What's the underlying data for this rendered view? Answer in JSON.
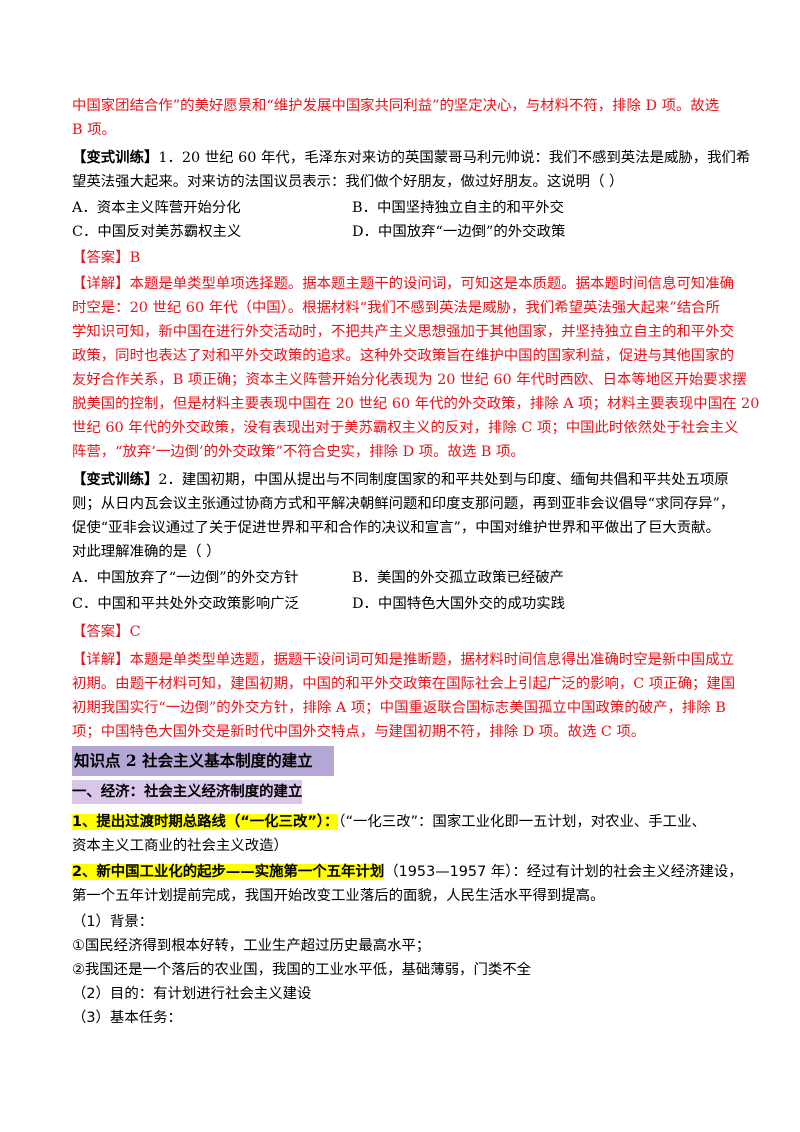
{
  "block1": {
    "line1": "中国家团结合作”的美好愿景和“维护发展中国家共同利益”的坚定决心，与材料不符，排除 D 项。故选",
    "line2": "B 项。"
  },
  "q1": {
    "tag": "【变式训练】",
    "stem1": "1．20 世纪 60 年代，毛泽东对来访的英国蒙哥马利元帅说：我们不感到英法是威胁，我们希",
    "stem2": "望英法强大起来。对来访的法国议员表示：我们做个好朋友，做过好朋友。这说明（     ）",
    "options": [
      "A．资本主义阵营开始分化",
      "B．中国坚持独立自主的和平外交",
      "C．中国反对美苏霸权主义",
      "D．中国放弃“一边倒”的外交政策"
    ],
    "answer": "【答案】B",
    "explain": [
      "【详解】本题是单类型单项选择题。据本题主题干的设问词，可知这是本质题。据本题时间信息可知准确",
      "时空是：20 世纪 60 年代（中国）。根据材料“我们不感到英法是威胁，我们希望英法强大起来”结合所",
      "学知识可知，新中国在进行外交活动时，不把共产主义思想强加于其他国家，并坚持独立自主的和平外交",
      "政策，同时也表达了对和平外交政策的追求。这种外交政策旨在维护中国的国家利益，促进与其他国家的",
      "友好合作关系，B 项正确；资本主义阵营开始分化表现为 20 世纪 60 年代时西欧、日本等地区开始要求摆",
      "脱美国的控制，但是材料主要表现中国在 20 世纪 60 年代的外交政策，排除 A 项；材料主要表现中国在 20",
      "世纪 60 年代的外交政策，没有表现出对于美苏霸权主义的反对，排除 C 项；中国此时依然处于社会主义",
      "阵营，“放弃‘一边倒’的外交政策”不符合史实，排除 D 项。故选 B 项。"
    ]
  },
  "q2": {
    "tag": "【变式训练】",
    "stem": [
      "2．建国初期，中国从提出与不同制度国家的和平共处到与印度、缅甸共倡和平共处五项原",
      "则；从日内瓦会议主张通过协商方式和平解决朝鲜问题和印度支那问题，再到亚非会议倡导“求同存异”，",
      "促使“亚非会议通过了关于促进世界和平和合作的决议和宣言”，中国对维护世界和平做出了巨大贡献。",
      "对此理解准确的是（     ）"
    ],
    "options": [
      "A．中国放弃了“一边倒”的外交方针",
      "B．美国的外交孤立政策已经破产",
      "C．中国和平共处外交政策影响广泛",
      "D．中国特色大国外交的成功实践"
    ],
    "answer": "【答案】C",
    "explain": [
      "【详解】本题是单类型单选题，据题干设问词可知是推断题，据材料时间信息得出准确时空是新中国成立",
      "初期。由题干材料可知，建国初期，中国的和平外交政策在国际社会上引起广泛的影响，C 项正确；建国",
      "初期我国实行“一边倒”的外交方针，排除 A 项；中国重返联合国标志美国孤立中国政策的破产，排除 B",
      "项；中国特色大国外交是新时代中国外交特点，与建国初期不符，排除 D 项。故选 C 项。"
    ]
  },
  "knowledge": {
    "title": "知识点 2    社会主义基本制度的建立",
    "section": "一、经济：社会主义经济制度的建立",
    "p1_highlight": "1、提出过渡时期总路线（“一化三改”）：",
    "p1_rest": "（“一化三改”：国家工业化即一五计划，对农业、手工业、",
    "p1_line2": "资本主义工商业的社会主义改造）",
    "p2_highlight": "2、新中国工业化的起步——实施第一个五年计划",
    "p2_rest": "（1953—1957 年）：经过有计划的社会主义经济建设，",
    "p2_line2": "第一个五年计划提前完成，我国开始改变工业落后的面貌，人民生活水平得到提高。",
    "items": [
      "（1）背景：",
      "①国民经济得到根本好转，工业生产超过历史最高水平；",
      "②我国还是一个落后的农业国，我国的工业水平低，基础薄弱，门类不全",
      "（2）目的：有计划进行社会主义建设",
      "（3）基本任务："
    ]
  }
}
